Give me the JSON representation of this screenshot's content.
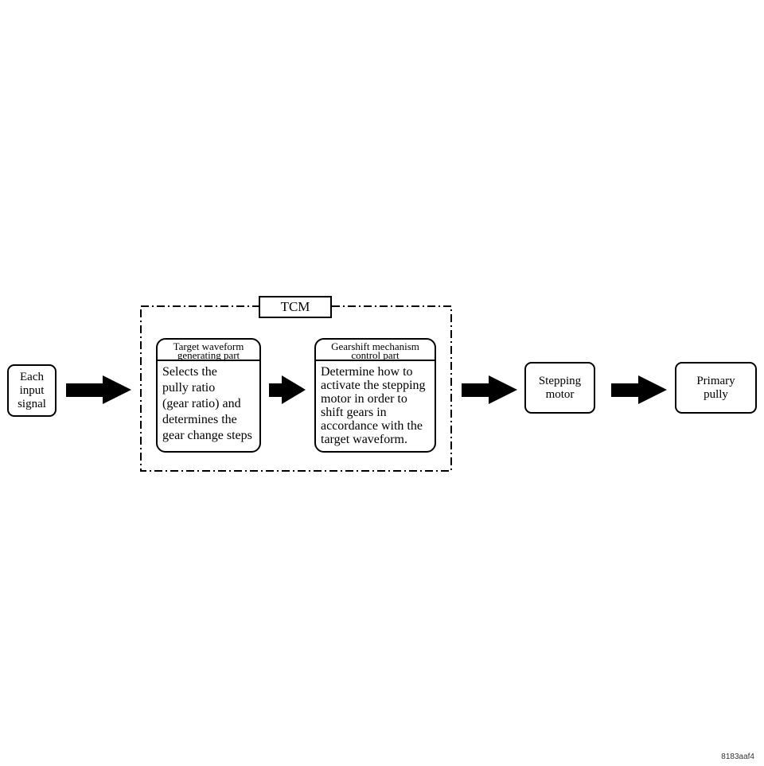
{
  "diagram": {
    "input_box": {
      "label": "Each\ninput\nsignal"
    },
    "tcm": {
      "label": "TCM",
      "target_waveform": {
        "title": "Target waveform\ngenerating part",
        "body": "Selects the\npully ratio\n(gear ratio) and\ndetermines the\ngear change steps"
      },
      "gearshift_control": {
        "title": "Gearshift mechanism\ncontrol part",
        "body": "Determine how to\nactivate the stepping\nmotor in order to\nshift gears in\naccordance with the\ntarget waveform."
      }
    },
    "stepping_motor": {
      "label": "Stepping\nmotor"
    },
    "primary_pully": {
      "label": "Primary\npully"
    }
  },
  "footer": {
    "image_id": "8183aaf4"
  },
  "colors": {
    "line": "#000000",
    "background": "#ffffff"
  },
  "icons": [
    "arrow-right-icon"
  ]
}
